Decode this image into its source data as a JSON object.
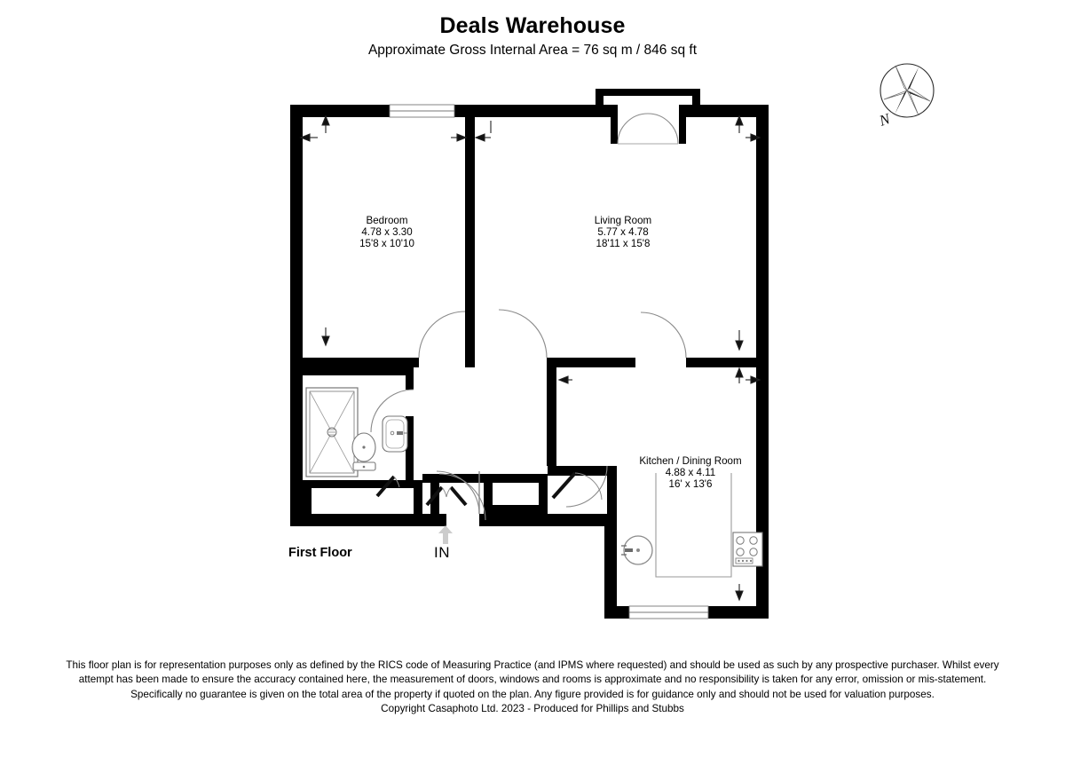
{
  "header": {
    "title": "Deals Warehouse",
    "subtitle": "Approximate Gross Internal Area = 76 sq m / 846 sq ft"
  },
  "compass": {
    "north_label": "N"
  },
  "plan": {
    "floor_label": "First Floor",
    "entrance_label": "IN",
    "rooms": [
      {
        "key": "bedroom",
        "name": "Bedroom",
        "metric": "4.78 x 3.30",
        "imperial": "15'8 x 10'10"
      },
      {
        "key": "living_room",
        "name": "Living Room",
        "metric": "5.77 x 4.78",
        "imperial": "18'11 x 15'8"
      },
      {
        "key": "kitchen_dining",
        "name": "Kitchen / Dining Room",
        "metric": "4.88 x 4.11",
        "imperial": "16' x 13'6"
      }
    ],
    "fixtures": [
      "shower-tray",
      "toilet",
      "wash-basin",
      "kitchen-sink",
      "kitchen-hob",
      "kitchen-counter"
    ]
  },
  "footer": {
    "line1": "This floor plan is for representation purposes only as defined by the RICS code of Measuring Practice (and IPMS where requested) and should be used as such by any prospective",
    "line2": "purchaser. Whilst every attempt has been made to ensure the accuracy contained here, the measurement of doors, windows and rooms is approximate and no responsibility is taken for",
    "line3": "any error, omission or mis-statement. Specifically no guarantee is given on the total area of the property if quoted on the plan. Any figure provided is for guidance only and should not",
    "line4": "be used for valuation purposes.",
    "copyright": "Copyright Casaphoto Ltd. 2023 - Produced for Phillips and Stubbs"
  },
  "colors": {
    "wall": "#000000",
    "fixture_stroke": "#8a8a8a",
    "door_arc": "#8a8a8a",
    "dimension": "#000000",
    "background": "#ffffff"
  }
}
